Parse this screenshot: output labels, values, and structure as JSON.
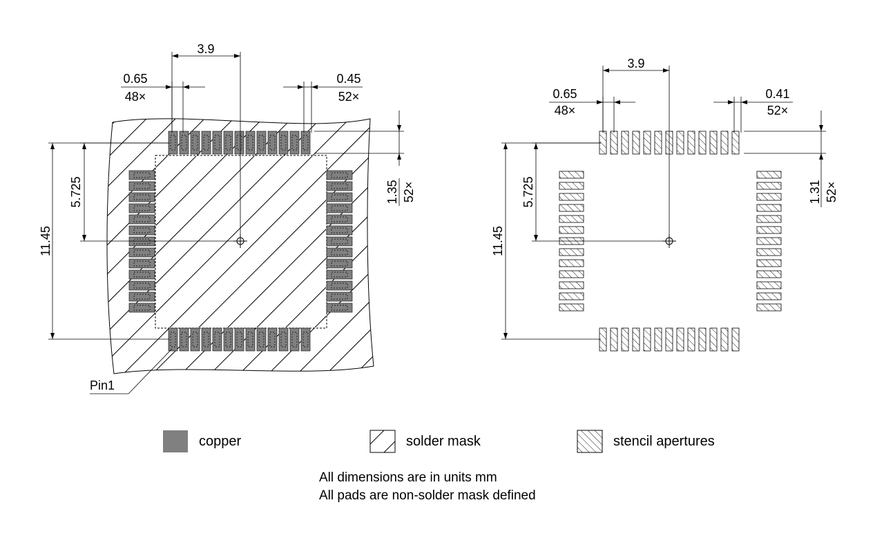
{
  "left_view": {
    "dim_center_offset": "3.9",
    "dim_pitch_value": "0.65",
    "dim_pitch_count": "48×",
    "dim_pad_width_value": "0.45",
    "dim_pad_width_count": "52×",
    "dim_pad_length_value": "1.35",
    "dim_pad_length_count": "52×",
    "dim_half_height": "5.725",
    "dim_full_height": "11.45",
    "pin1_label": "Pin1"
  },
  "right_view": {
    "dim_center_offset": "3.9",
    "dim_pitch_value": "0.65",
    "dim_pitch_count": "48×",
    "dim_aperture_width_value": "0.41",
    "dim_aperture_width_count": "52×",
    "dim_aperture_length_value": "1.31",
    "dim_aperture_length_count": "52×",
    "dim_half_height": "5.725",
    "dim_full_height": "11.45"
  },
  "legend": {
    "copper": "copper",
    "solder_mask": "solder mask",
    "stencil": "stencil apertures",
    "copper_color": "#808080"
  },
  "notes": {
    "line1": "All dimensions are in units mm",
    "line2": "All pads are non-solder mask defined"
  }
}
